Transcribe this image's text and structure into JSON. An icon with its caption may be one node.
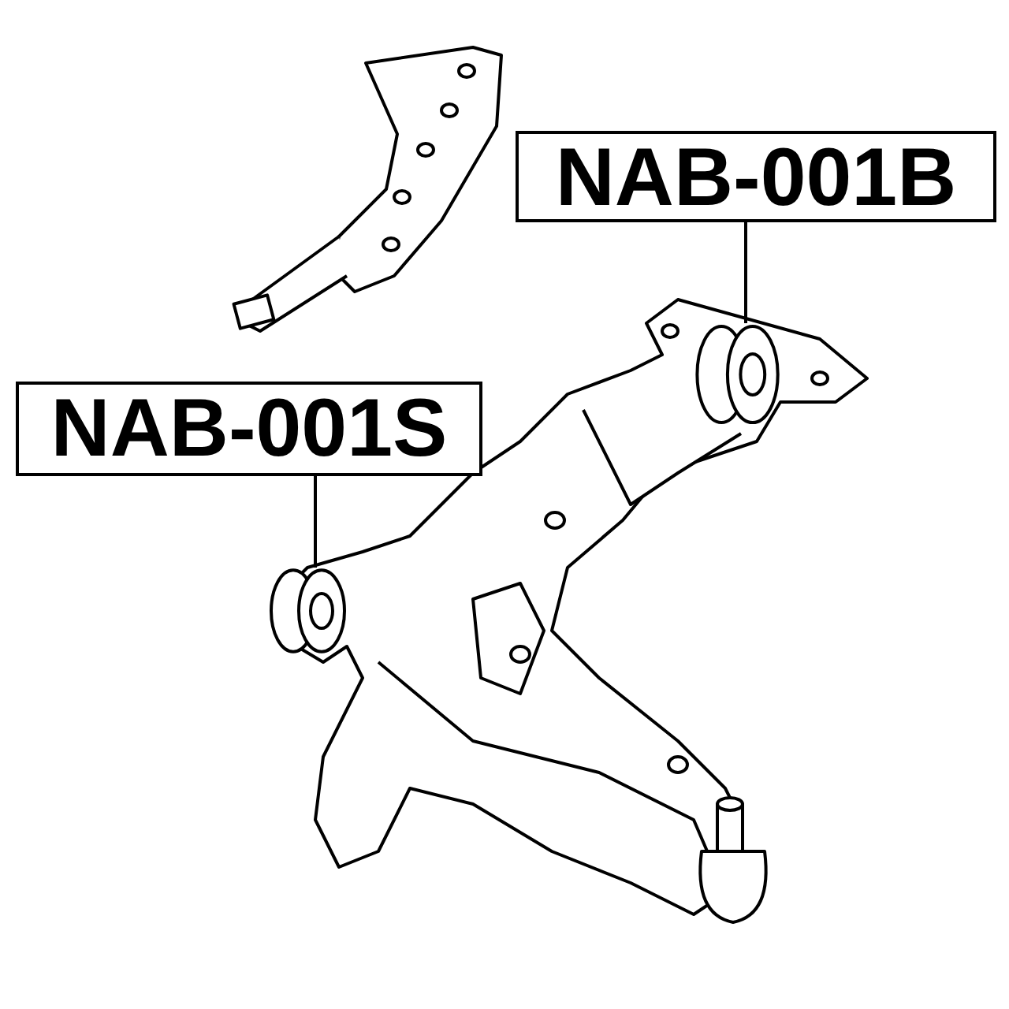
{
  "diagram": {
    "nodes": [
      {
        "text": [
          "NAB-001B"
        ]
      },
      {
        "text": [],
        "shape": "cylinder"
      },
      {
        "text": [
          "NAB-001S"
        ]
      },
      {
        "text": [],
        "shape": "cylinder"
      }
    ],
    "edges": [
      {
        "from": 0,
        "to": 1,
        "arrow": "none"
      },
      {
        "from": 2,
        "to": 3,
        "arrow": "none"
      }
    ]
  }
}
